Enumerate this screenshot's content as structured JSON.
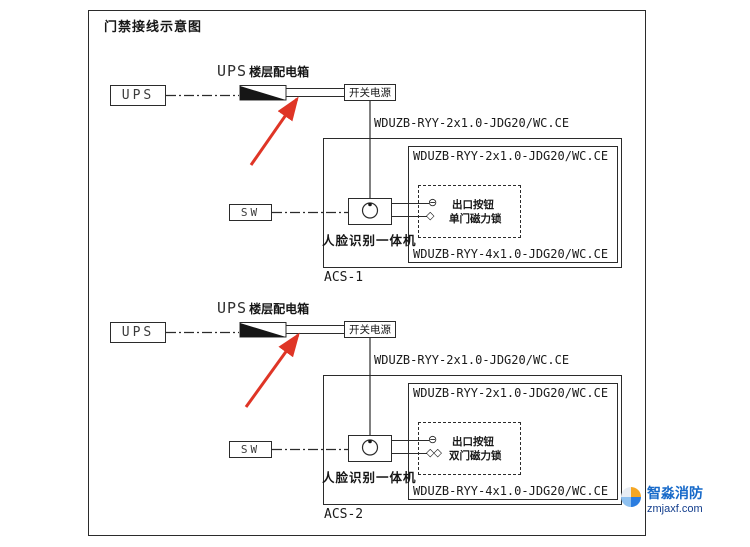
{
  "title": "门禁接线示意图",
  "sections": [
    {
      "acs_label": "ACS-1",
      "ups_box_label": "UPS",
      "dist_latin": "UPS",
      "dist_cjk": "楼层配电箱",
      "switch_power_label": "开关电源",
      "cable_riser": "WDUZB-RYY-2x1.0-JDG20/WC.CE",
      "cable_panel_top": "WDUZB-RYY-2x1.0-JDG20/WC.CE",
      "cable_panel_bottom": "WDUZB-RYY-4x1.0-JDG20/WC.CE",
      "sw_box_label": "SW",
      "device_label": "人脸识别一体机",
      "exit_icon": "⊖",
      "exit_button_label": "出口按钮",
      "lock_icon": "◇",
      "lock_label": "单门磁力锁"
    },
    {
      "acs_label": "ACS-2",
      "ups_box_label": "UPS",
      "dist_latin": "UPS",
      "dist_cjk": "楼层配电箱",
      "switch_power_label": "开关电源",
      "cable_riser": "WDUZB-RYY-2x1.0-JDG20/WC.CE",
      "cable_panel_top": "WDUZB-RYY-2x1.0-JDG20/WC.CE",
      "cable_panel_bottom": "WDUZB-RYY-4x1.0-JDG20/WC.CE",
      "sw_box_label": "SW",
      "device_label": "人脸识别一体机",
      "exit_icon": "⊖",
      "exit_button_label": "出口按钮",
      "lock_icon": "◇◇",
      "lock_label": "双门磁力锁"
    }
  ],
  "watermark": {
    "brand": "智淼消防",
    "site": "zmjaxf.com"
  },
  "colors": {
    "line": "#2b2b2b",
    "arrow_red": "#df3526",
    "brand_blue": "#1669c9"
  }
}
